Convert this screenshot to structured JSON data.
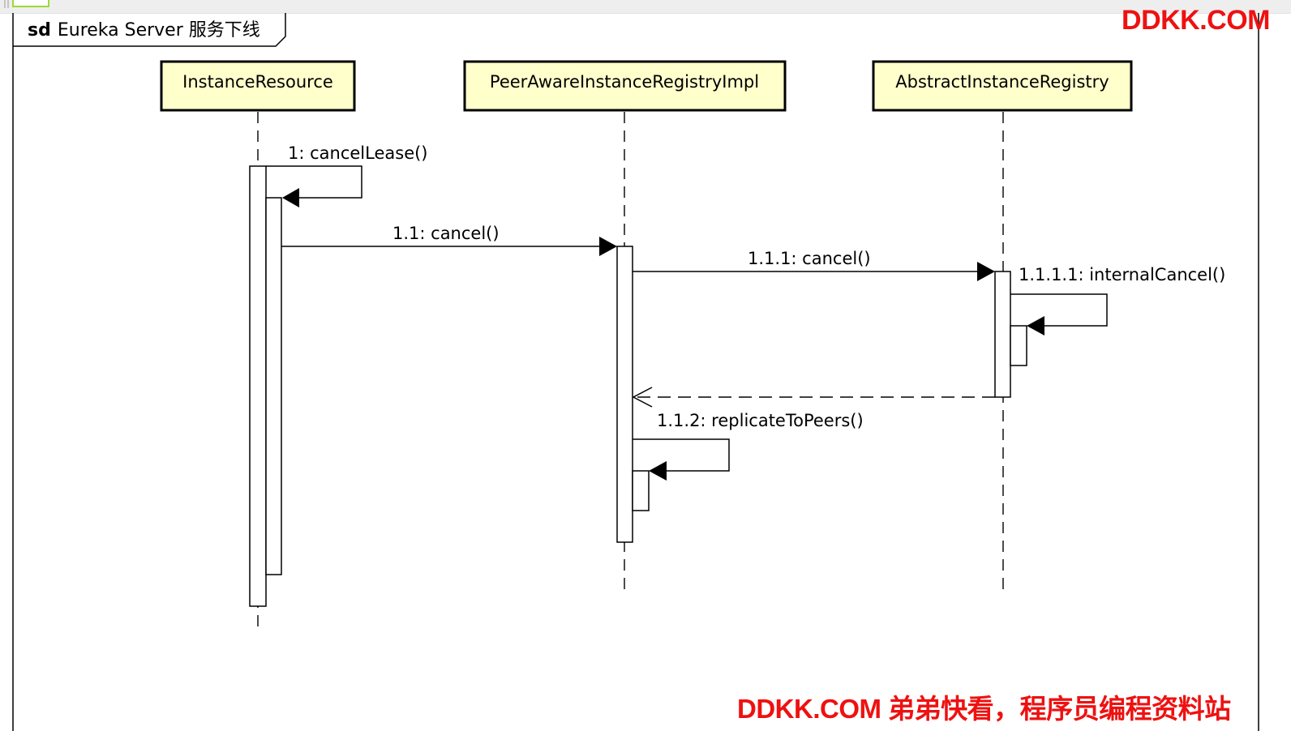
{
  "frame": {
    "keyword": "sd",
    "name": "Eureka Server 服务下线"
  },
  "lifelines": [
    {
      "id": "ir",
      "label": "InstanceResource"
    },
    {
      "id": "pair",
      "label": "PeerAwareInstanceRegistryImpl"
    },
    {
      "id": "air",
      "label": "AbstractInstanceRegistry"
    }
  ],
  "messages": [
    {
      "id": "m1",
      "label": "1: cancelLease()",
      "from": "ir",
      "to": "ir",
      "kind": "self-call"
    },
    {
      "id": "m11",
      "label": "1.1: cancel()",
      "from": "ir",
      "to": "pair",
      "kind": "sync-call"
    },
    {
      "id": "m111",
      "label": "1.1.1: cancel()",
      "from": "pair",
      "to": "air",
      "kind": "sync-call"
    },
    {
      "id": "m1111",
      "label": "1.1.1.1: internalCancel()",
      "from": "air",
      "to": "air",
      "kind": "self-call"
    },
    {
      "id": "mret",
      "label": "",
      "from": "air",
      "to": "pair",
      "kind": "return"
    },
    {
      "id": "m112",
      "label": "1.1.2: replicateToPeers()",
      "from": "pair",
      "to": "pair",
      "kind": "self-call"
    }
  ],
  "watermarks": {
    "top": "DDKK.COM",
    "bottom": "DDKK.COM 弟弟快看，程序员编程资料站"
  },
  "colors": {
    "lifeline_head_fill": "#ffffcc",
    "stroke": "#000000",
    "watermark": "#ee1111",
    "tab_accent": "#99dd33"
  }
}
